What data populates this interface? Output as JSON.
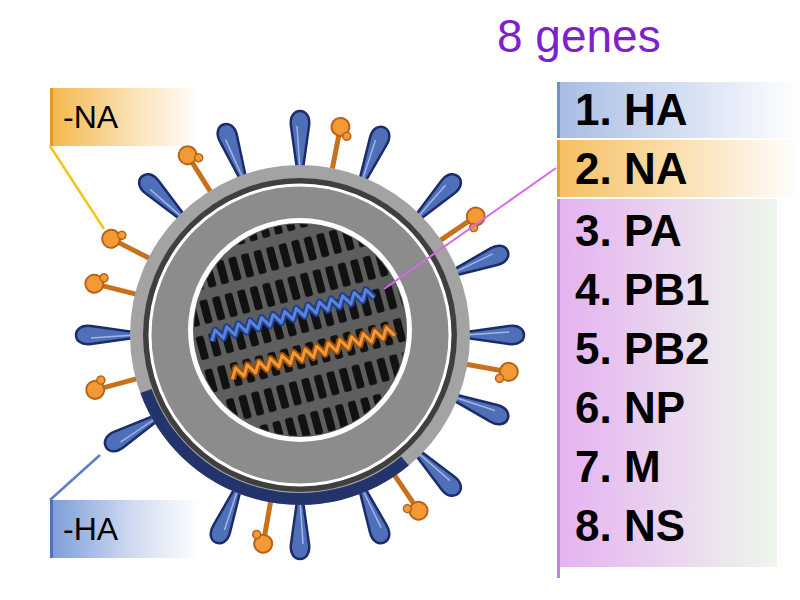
{
  "diagram": {
    "title": "8 genes",
    "nodes": [
      {
        "text": [
          "-NA"
        ]
      },
      {
        "text": [
          "1. HA"
        ]
      },
      {
        "text": [
          "2. NA"
        ]
      },
      {
        "text": [
          "3. PA",
          "4. PB1",
          "5. PB2",
          "6. NP",
          "7. M",
          "8. NS"
        ]
      },
      {
        "text": [
          "-HA"
        ]
      }
    ]
  }
}
